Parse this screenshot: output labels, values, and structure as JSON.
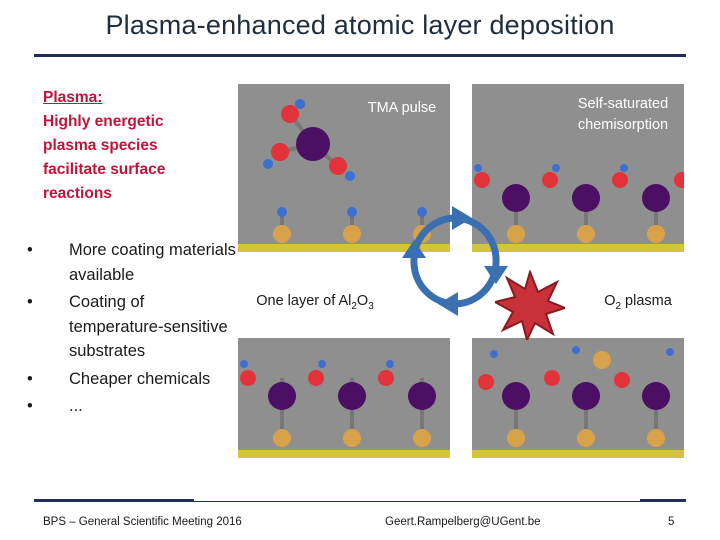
{
  "slide": {
    "title": "Plasma-enhanced atomic layer deposition",
    "plasma": {
      "heading": "Plasma:",
      "lines": [
        "Highly energetic",
        "plasma species",
        "facilitate surface",
        "reactions"
      ]
    },
    "bullets": [
      "More coating materials available",
      "Coating of temperature-sensitive substrates",
      "Cheaper chemicals",
      "..."
    ],
    "bullet_char": "•",
    "cycle": {
      "tma_label": "TMA pulse",
      "chemisorption_label": "Self-saturated chemisorption",
      "layer_label_prefix": "One layer of Al",
      "layer_sub_1": "2",
      "layer_mid": "O",
      "layer_sub_2": "3",
      "o2_prefix": "O",
      "o2_sub": "2",
      "o2_suffix": " plasma"
    },
    "colors": {
      "title_rule": "#1f2d5a",
      "plasma_text": "#c0143c",
      "panel_bg": "#8f8f8f",
      "substrate": "#d4c43a",
      "arrow": "#3a6fb0",
      "burst": "#c8313a"
    },
    "footer": {
      "event": "BPS – General Scientific Meeting 2016",
      "email": "Geert.Rampelberg@UGent.be",
      "page": "5"
    }
  }
}
